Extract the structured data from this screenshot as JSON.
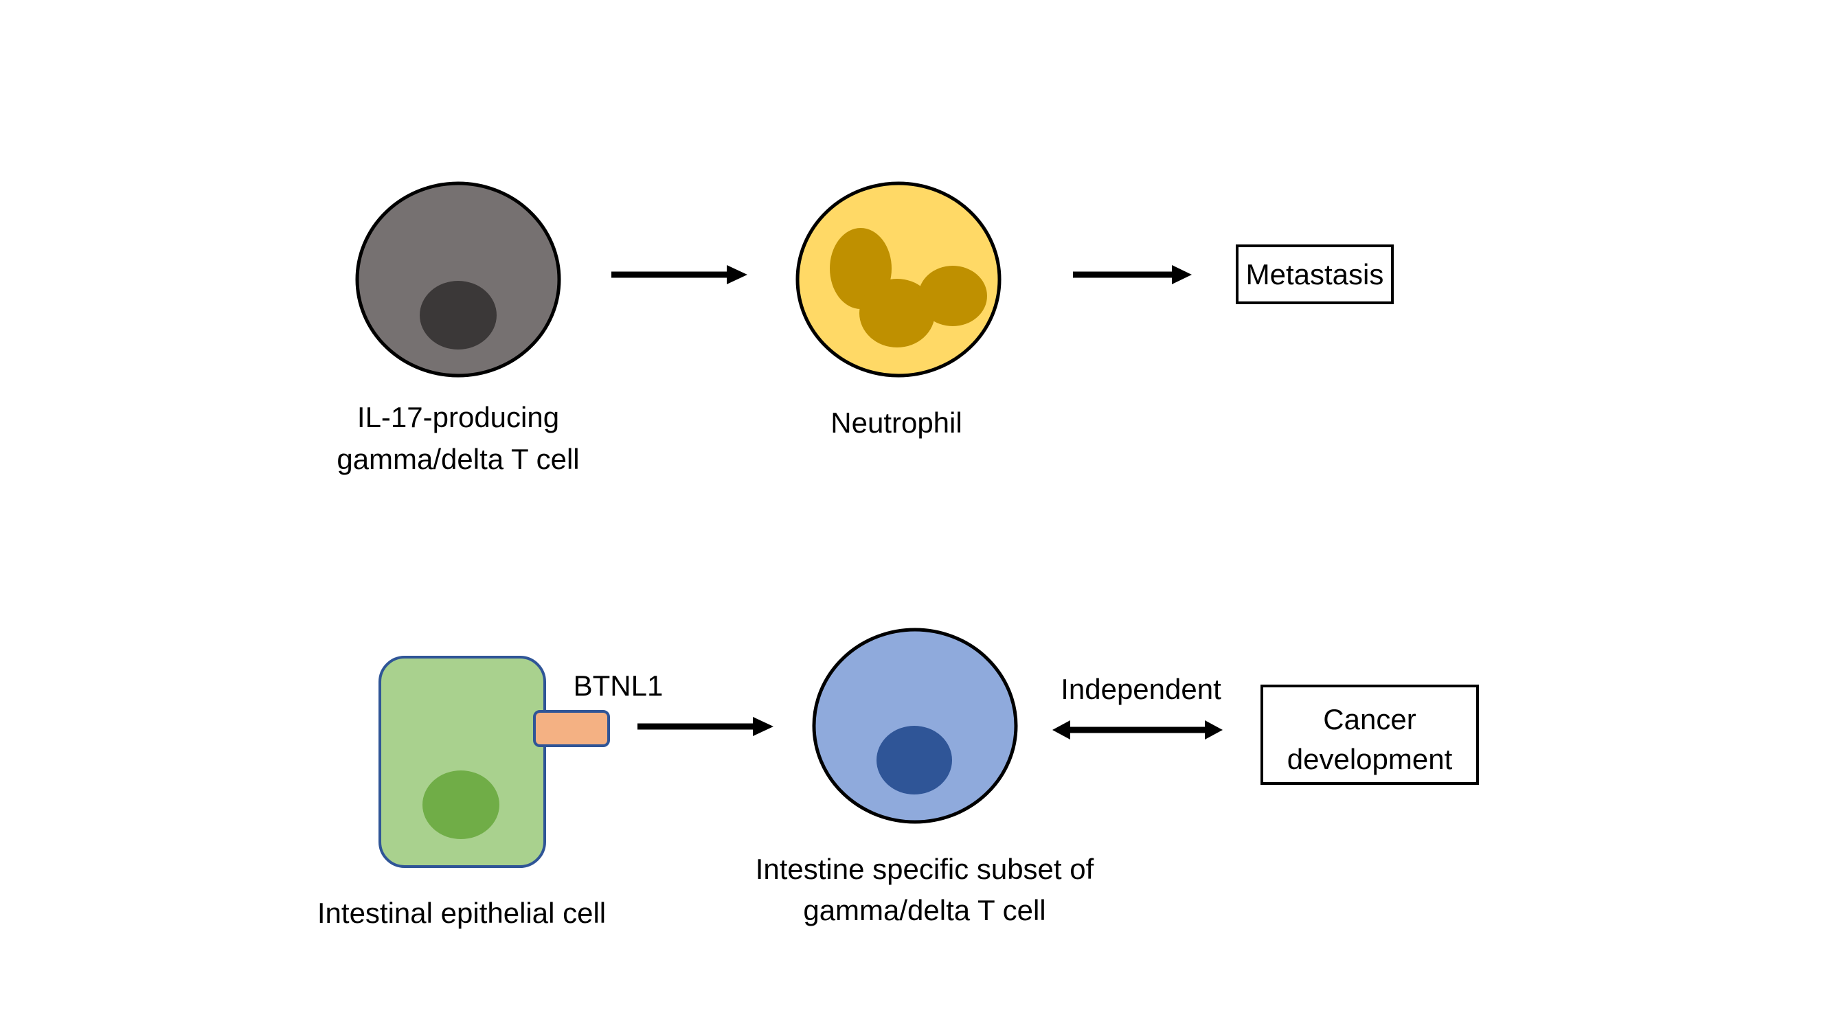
{
  "figure": {
    "top_row": {
      "cell1": {
        "label_line1": "IL-17-producing",
        "label_line2": "gamma/delta T cell",
        "body_color": "#767171",
        "nucleus_color": "#3b3838"
      },
      "cell2": {
        "label": "Neutrophil",
        "body_color": "#ffd966",
        "nucleus_color": "#bf9000"
      },
      "outcome": {
        "label": "Metastasis"
      }
    },
    "bottom_row": {
      "epithelial_cell": {
        "label": "Intestinal epithelial cell",
        "body_color": "#a9d18e",
        "nucleus_color": "#70ad47",
        "outline_color": "#2f5597"
      },
      "receptor": {
        "label": "BTNL1",
        "color": "#f4b183"
      },
      "tcell": {
        "label_line1": "Intestine specific subset of",
        "label_line2": "gamma/delta T cell",
        "body_color": "#8faadc",
        "nucleus_color": "#2f5597"
      },
      "relation": {
        "label": "Independent"
      },
      "outcome": {
        "label_line1": "Cancer",
        "label_line2": "development"
      }
    }
  }
}
